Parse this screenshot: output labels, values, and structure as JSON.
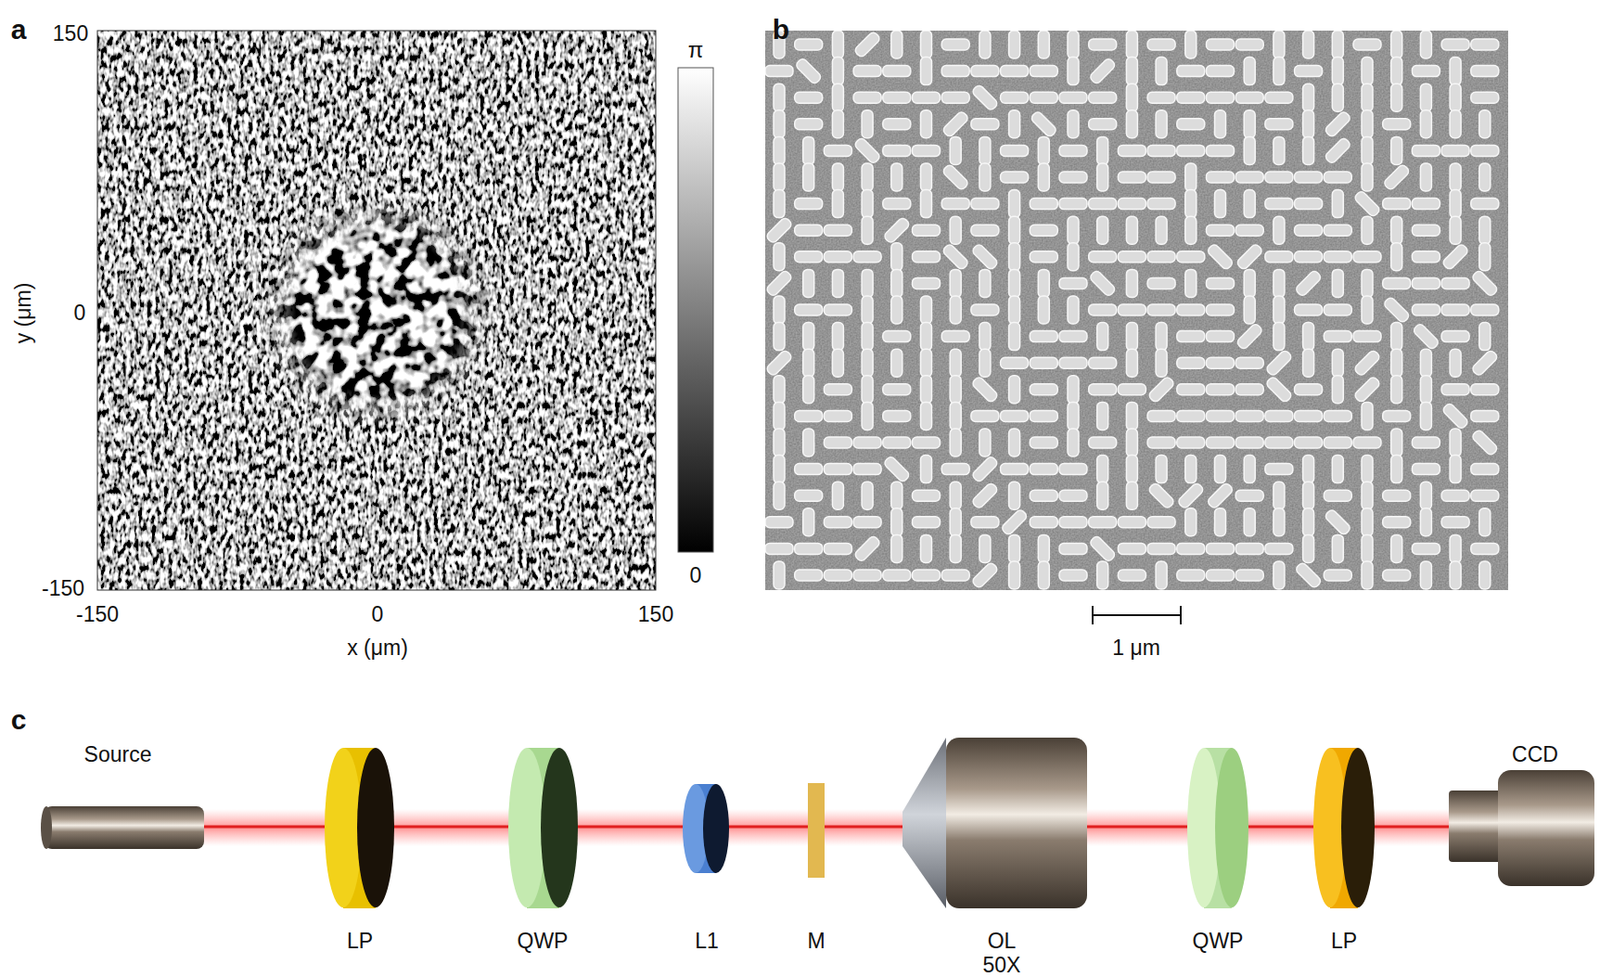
{
  "diagram": {
    "labels": [
      "a",
      "150",
      "0",
      "-150",
      "y (μm)",
      "-150",
      "0",
      "150",
      "x (μm)",
      "π",
      "0",
      "b",
      "1 μm",
      "c",
      "Source",
      "LP",
      "QWP",
      "L1",
      "M",
      "OL",
      "50X",
      "QWP",
      "LP",
      "CCD"
    ]
  }
}
